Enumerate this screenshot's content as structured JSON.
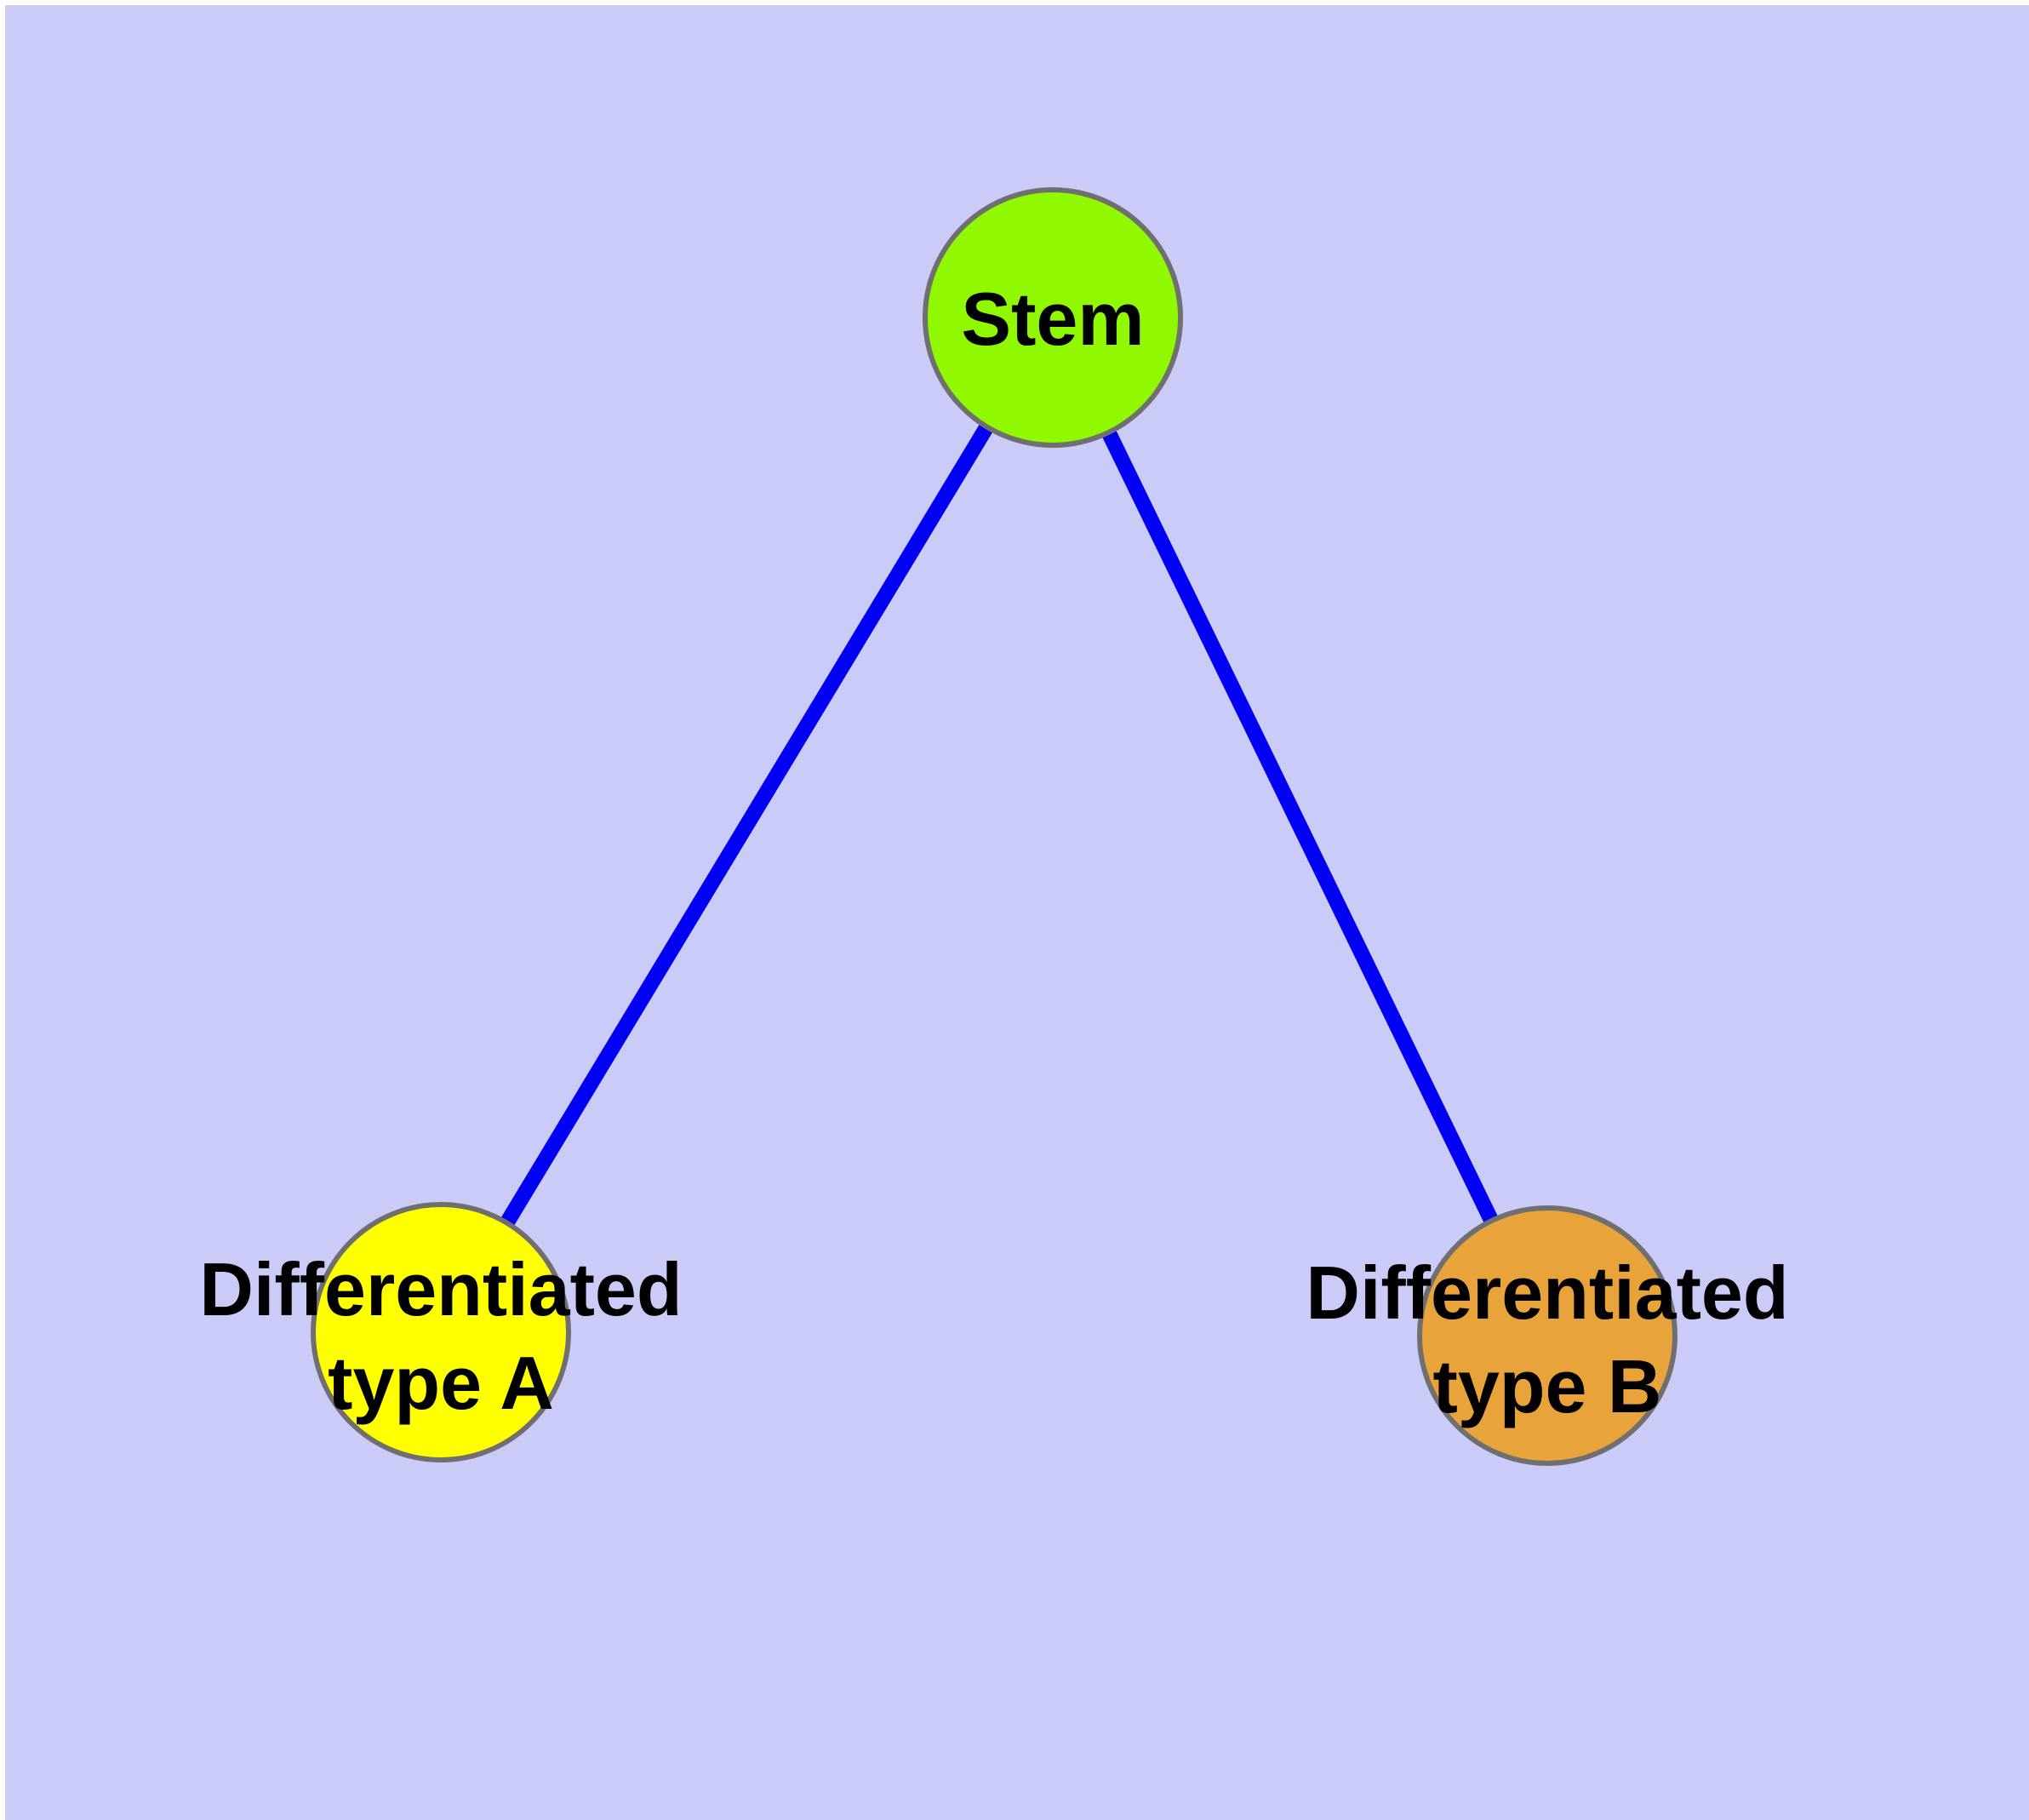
{
  "canvas": {
    "margin_color": "#ffffff",
    "background_color": "#cbcbf7"
  },
  "graph": {
    "nodes": {
      "stem": {
        "label": "Stem",
        "fill": "#90f800",
        "border": "#6f6f6f"
      },
      "type_a": {
        "lines": [
          "Differentiated",
          "type A"
        ],
        "fill": "#ffff00",
        "border": "#6f6f6f"
      },
      "type_b": {
        "lines": [
          "Differentiated",
          "type B"
        ],
        "fill": "#e8a33a",
        "border": "#6f6f6f"
      }
    },
    "edges": {
      "color": "#0000f2",
      "items": [
        {
          "from": "Stem",
          "to": "Differentiated type A"
        },
        {
          "from": "Stem",
          "to": "Differentiated type B"
        }
      ]
    }
  }
}
